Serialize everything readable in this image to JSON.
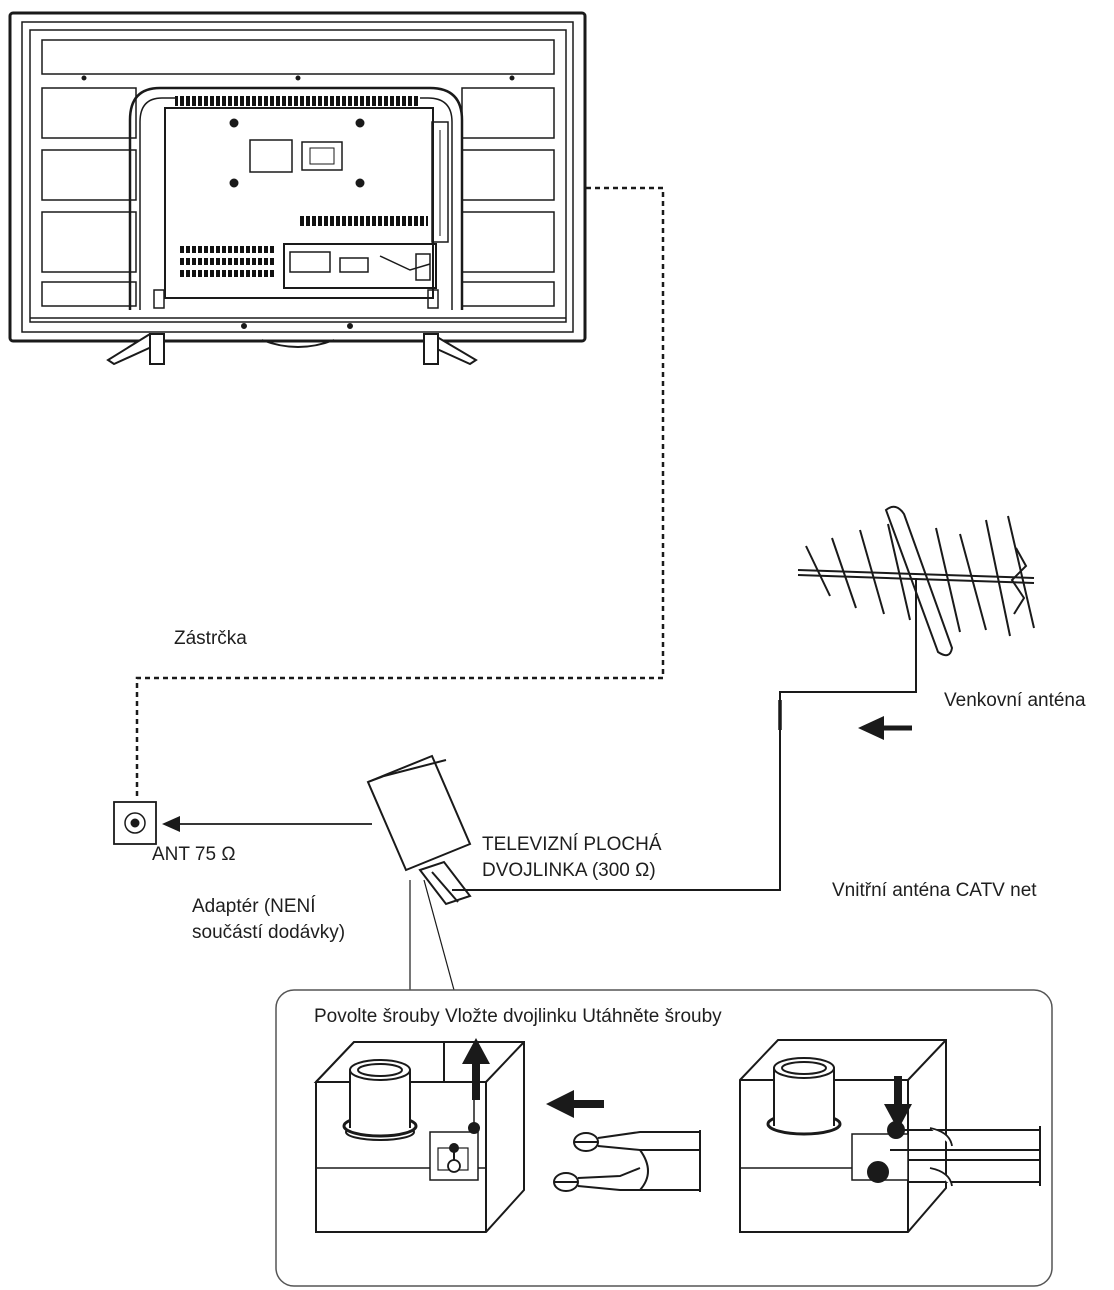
{
  "labels": {
    "plug": "Zástrčka",
    "outdoor_antenna": "Venkovní anténa",
    "ant_port": "ANT 75 Ω",
    "twin_lead": "TELEVIZNÍ PLOCHÁ\nDVOJLINKA (300 Ω)",
    "adapter": "Adaptér (NENÍ\nsoučástí dodávky)",
    "indoor_antenna": "Vnitřní anténa CATV net",
    "steps": "Povolte šrouby Vložte dvojlinku Utáhněte šrouby"
  },
  "colors": {
    "line": "#1a1a1a",
    "background": "#ffffff",
    "panel_border": "#555555"
  },
  "icons": [
    "tv-back-icon",
    "yagi-antenna-icon",
    "coax-socket-icon",
    "balun-adapter-icon",
    "arrow-left-icon",
    "arrow-up-icon",
    "arrow-down-icon"
  ]
}
